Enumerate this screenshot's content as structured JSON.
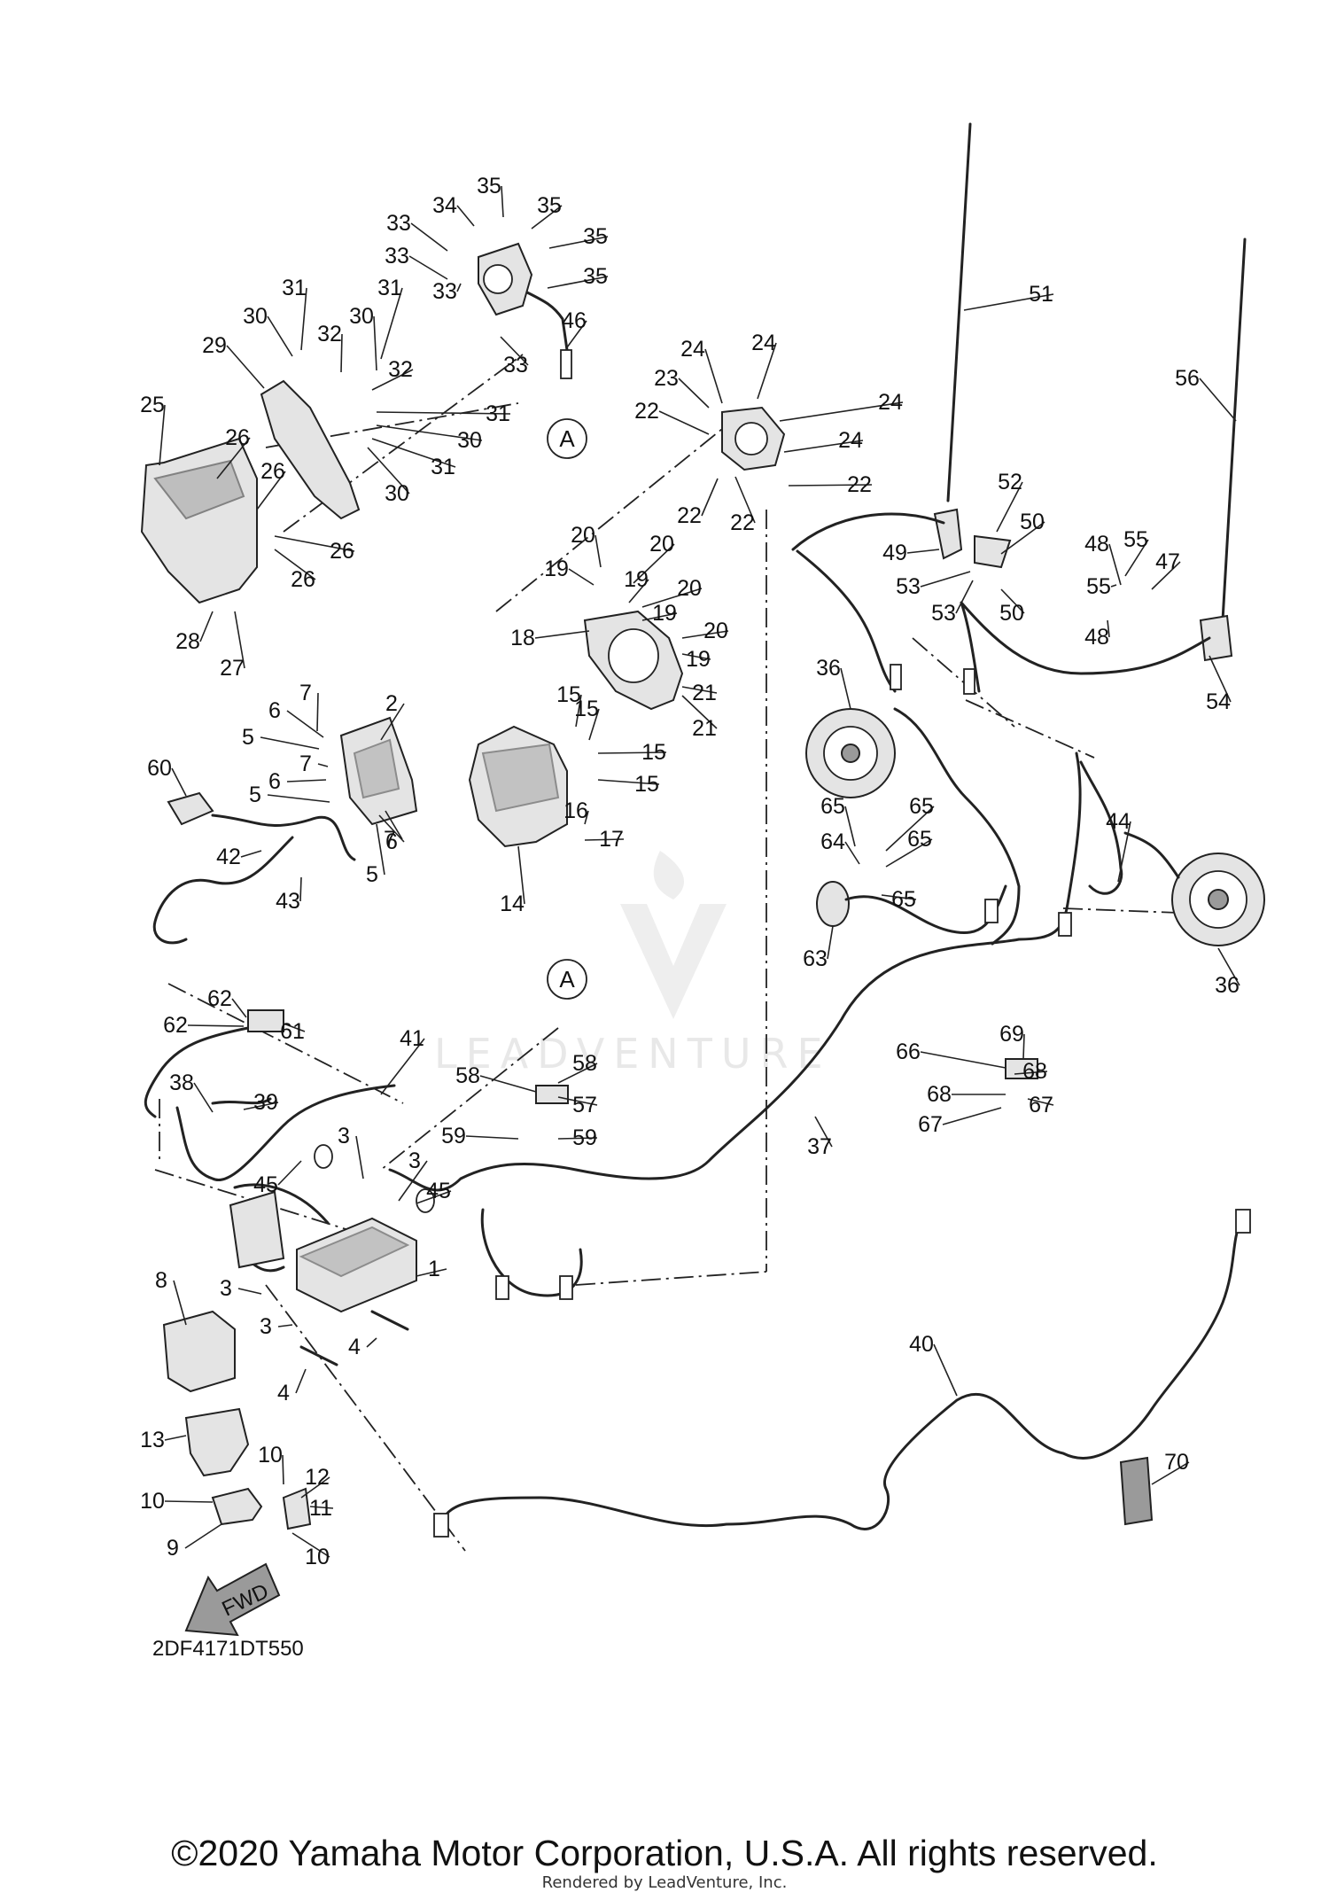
{
  "diagram": {
    "diagram_code": "2DF4171DT550",
    "direction_arrow": "FWD",
    "reference_markers": [
      "A",
      "A"
    ],
    "copyright": "©2020 Yamaha Motor Corporation, U.S.A. All rights reserved.",
    "rendered_by": "Rendered by LeadVenture, Inc.",
    "watermark": "LEADVENTURE",
    "callouts": [
      "35",
      "34",
      "35",
      "33",
      "35",
      "33",
      "35",
      "46",
      "33",
      "33",
      "31",
      "30",
      "32",
      "31",
      "30",
      "29",
      "32",
      "31",
      "30",
      "31",
      "30",
      "25",
      "26",
      "26",
      "26",
      "26",
      "28",
      "27",
      "24",
      "24",
      "23",
      "24",
      "22",
      "24",
      "22",
      "22",
      "22",
      "51",
      "56",
      "52",
      "50",
      "49",
      "53",
      "53",
      "50",
      "48",
      "55",
      "55",
      "48",
      "47",
      "54",
      "20",
      "19",
      "20",
      "19",
      "20",
      "19",
      "20",
      "19",
      "18",
      "21",
      "21",
      "7",
      "2",
      "6",
      "5",
      "7",
      "6",
      "5",
      "7",
      "6",
      "5",
      "15",
      "15",
      "15",
      "15",
      "16",
      "17",
      "14",
      "60",
      "42",
      "43",
      "36",
      "65",
      "65",
      "64",
      "65",
      "65",
      "63",
      "44",
      "36",
      "62",
      "62",
      "61",
      "41",
      "38",
      "39",
      "3",
      "45",
      "3",
      "45",
      "58",
      "58",
      "57",
      "59",
      "59",
      "37",
      "66",
      "69",
      "68",
      "68",
      "67",
      "67",
      "1",
      "8",
      "3",
      "3",
      "4",
      "4",
      "13",
      "10",
      "12",
      "11",
      "10",
      "9",
      "10",
      "40",
      "70"
    ]
  }
}
